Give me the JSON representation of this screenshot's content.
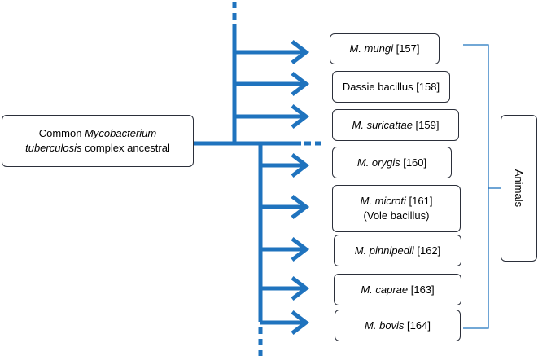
{
  "ancestor": {
    "line1_plain": "Common ",
    "line1_italic": "Mycobacterium",
    "line2_italic": "tuberculosis",
    "line2_plain": " complex ancestral"
  },
  "species": [
    {
      "name": "M. mungi",
      "ref": " [157]"
    },
    {
      "name": "",
      "ref": "Dassie bacillus [158]"
    },
    {
      "name": "M. suricattae",
      "ref": " [159]"
    },
    {
      "name": "M. orygis",
      "ref": " [160]"
    },
    {
      "name": "M. microti",
      "ref": " [161]",
      "extra": "(Vole bacillus)"
    },
    {
      "name": "M. pinnipedii",
      "ref": " [162]"
    },
    {
      "name": "M. caprae",
      "ref": " [163]"
    },
    {
      "name": "M. bovis",
      "ref": " [164]"
    }
  ],
  "group_label": "Animals",
  "colors": {
    "branch": "#1f73be",
    "box_border": "#2b2f3a",
    "bracket": "#1f73be"
  }
}
